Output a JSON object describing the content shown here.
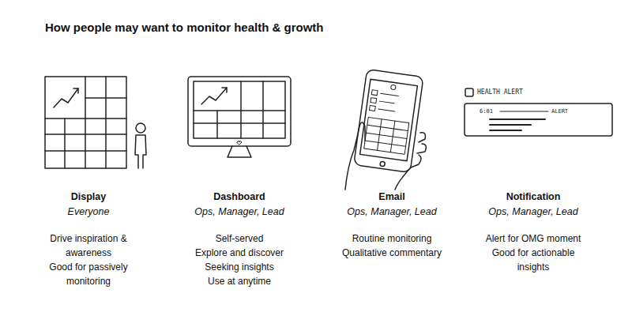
{
  "diagram": {
    "title": "How people may want to monitor health & growth",
    "labels": [
      "Display",
      "Everyone",
      "Drive inspiration & awareness",
      "Good for passively monitoring",
      "Dashboard",
      "Ops, Manager, Lead",
      "Self-served",
      "Explore and discover",
      "Seeking insights",
      "Use at anytime",
      "Email",
      "Ops, Manager, Lead",
      "Routine monitoring",
      "Qualitative commentary",
      "Notification",
      "Ops, Manager, Lead",
      "Alert for OMG moment",
      "Good for actionable insights",
      "HEALTH ALERT",
      "6:01",
      "ALERT"
    ]
  }
}
